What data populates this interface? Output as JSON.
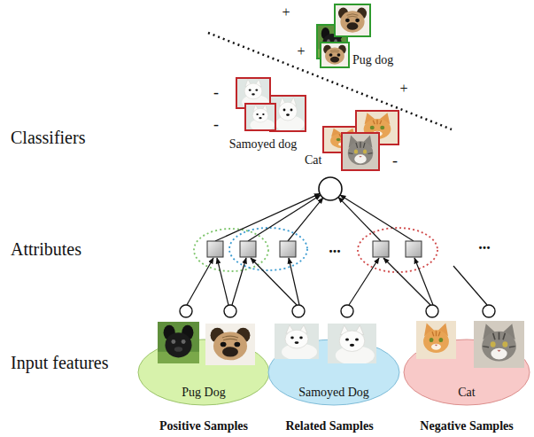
{
  "diagram": {
    "nodes": [
      {
        "text": [
          "Pug Dog"
        ]
      },
      {
        "text": [
          "Samoyed Dog"
        ]
      },
      {
        "text": [
          "Cat"
        ]
      }
    ],
    "labels": [
      "+",
      "+",
      "Pug dog",
      "+",
      "-",
      "Classifiers",
      "-",
      "Samoyed dog",
      "Cat",
      "-",
      "Attributes",
      "...",
      "...",
      "Input features",
      "Positive Samples",
      "Related Samples",
      "Negative Samples"
    ]
  }
}
